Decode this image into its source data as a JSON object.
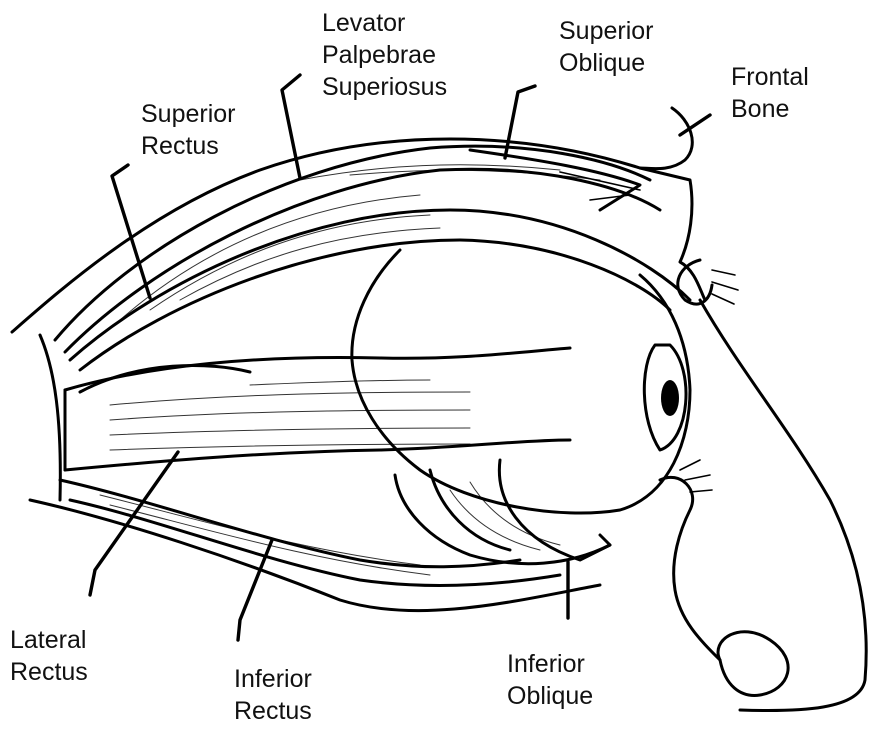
{
  "labels": {
    "levator": {
      "line1": "Levator",
      "line2": "Palpebrae",
      "line3": "Superiosus"
    },
    "superior_oblique": {
      "line1": "Superior",
      "line2": "Oblique"
    },
    "frontal_bone": {
      "line1": "Frontal",
      "line2": "Bone"
    },
    "superior_rectus": {
      "line1": "Superior",
      "line2": "Rectus"
    },
    "lateral_rectus": {
      "line1": "Lateral",
      "line2": "Rectus"
    },
    "inferior_rectus": {
      "line1": "Inferior",
      "line2": "Rectus"
    },
    "inferior_oblique": {
      "line1": "Inferior",
      "line2": "Oblique"
    }
  }
}
